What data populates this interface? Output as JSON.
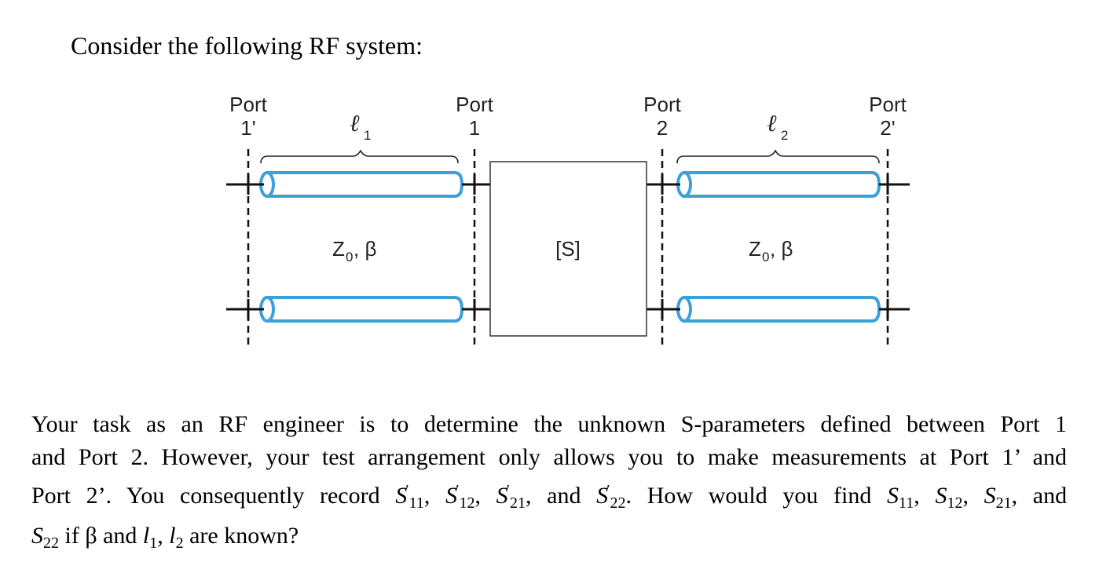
{
  "intro": "Consider the following RF system:",
  "diagram": {
    "ports": [
      {
        "word": "Port",
        "num": "1'"
      },
      {
        "word": "Port",
        "num": "1"
      },
      {
        "word": "Port",
        "num": "2"
      },
      {
        "word": "Port",
        "num": "2'"
      }
    ],
    "length_labels": [
      {
        "symbol": "ℓ",
        "sub": "1"
      },
      {
        "symbol": "ℓ",
        "sub": "2"
      }
    ],
    "line_params": [
      {
        "z": "Z",
        "z_sub": "0",
        "rest": ", β"
      },
      {
        "z": "Z",
        "z_sub": "0",
        "rest": ", β"
      }
    ],
    "network_label": "[S]",
    "line_color": "#3ea0d8"
  },
  "problem": {
    "line1": "Your task as an RF engineer is to determine the unknown S-parameters defined between Port 1",
    "line2": "and Port 2. However, your test arrangement only allows you to make measurements at Port 1’ and",
    "line3_a": "Port 2’. You consequently record",
    "s11p": "11",
    "s12p": "12",
    "s21p": "21",
    "s22p": "22",
    "and1": "and",
    "line3_b": ". How would you find",
    "s11": "11",
    "s12": "12",
    "s21": "21",
    "and2": "and",
    "s22": "22",
    "line4_a": "if β and",
    "l1": "1",
    "l2": "2",
    "line4_b": "are known?"
  }
}
